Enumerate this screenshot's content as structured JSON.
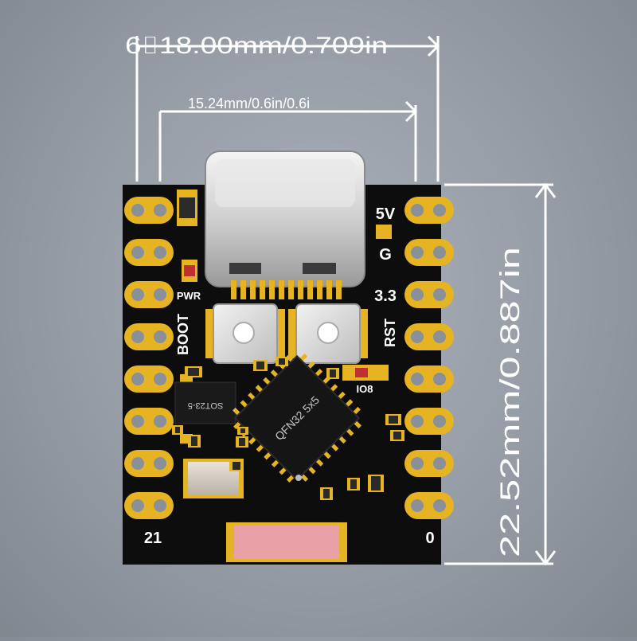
{
  "dimensions": {
    "width_outer": "6⌷18.00mm/0.709in",
    "width_inner": "15.24mm/0.6in/0.6i",
    "height": "22.52mm/0.887in"
  },
  "board": {
    "label_5v": "5V",
    "label_g": "G",
    "label_33": "3.3",
    "label_rst": "RST",
    "label_boot": "BOOT",
    "label_pwr": "PWR",
    "label_io8": "IO8",
    "label_21": "21",
    "label_0": "0",
    "chip_label": "QFN32 5x5",
    "regulator_label": "SOT23-5"
  },
  "colors": {
    "background": "#959ca6",
    "pcb": "#0d0d0d",
    "gold_pad": "#e6b422",
    "antenna": "#e9a0a6",
    "dimension_lines": "#ffffff"
  }
}
